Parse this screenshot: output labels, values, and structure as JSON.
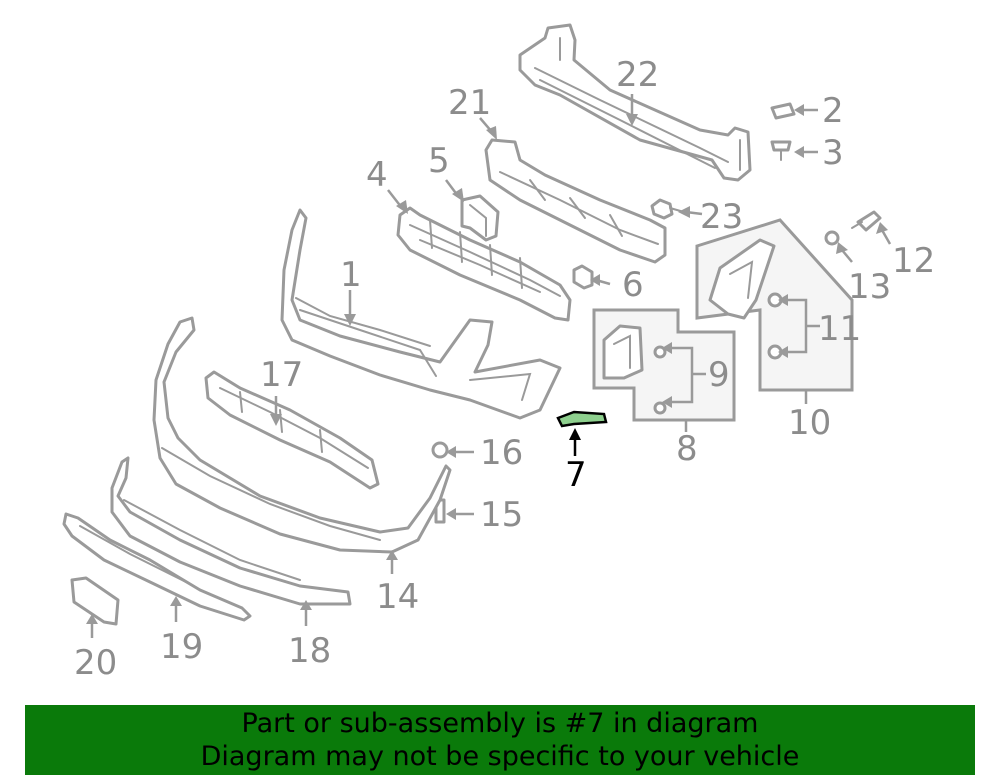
{
  "callouts": {
    "c1": "1",
    "c2": "2",
    "c3": "3",
    "c4": "4",
    "c5": "5",
    "c6": "6",
    "c7": "7",
    "c8": "8",
    "c9": "9",
    "c10": "10",
    "c11": "11",
    "c12": "12",
    "c13": "13",
    "c14": "14",
    "c15": "15",
    "c16": "16",
    "c17": "17",
    "c18": "18",
    "c19": "19",
    "c20": "20",
    "c21": "21",
    "c22": "22",
    "c23": "23"
  },
  "highlighted_part": "7",
  "colors": {
    "banner": "#0a7a0a",
    "part_line": "#9a9a9a",
    "highlight_part": "#8ed08e"
  },
  "banner": {
    "line1": "Part or sub-assembly is #7 in diagram",
    "line2": "Diagram may not be specific to your vehicle"
  }
}
